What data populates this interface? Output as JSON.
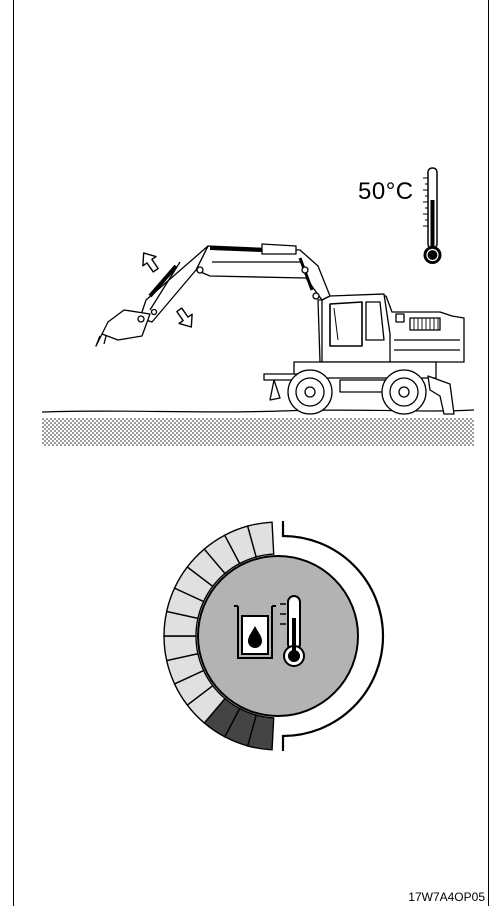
{
  "top_scene": {
    "temperature_reading": "50°C",
    "thermometer_icon": "thermometer-icon",
    "machine_icon": "wheel-excavator-icon",
    "arrow_icons": [
      "arrow-up-icon",
      "arrow-down-icon"
    ]
  },
  "gauge": {
    "icon": "hydraulic-oil-temperature-icon",
    "segments_total": 14,
    "segments_dark": 3,
    "colors": {
      "light_segment": "#e0e0e0",
      "dark_segment": "#444444",
      "center_disc": "#b3b3b3"
    }
  },
  "footer": {
    "figure_code": "17W7A4OP05"
  }
}
